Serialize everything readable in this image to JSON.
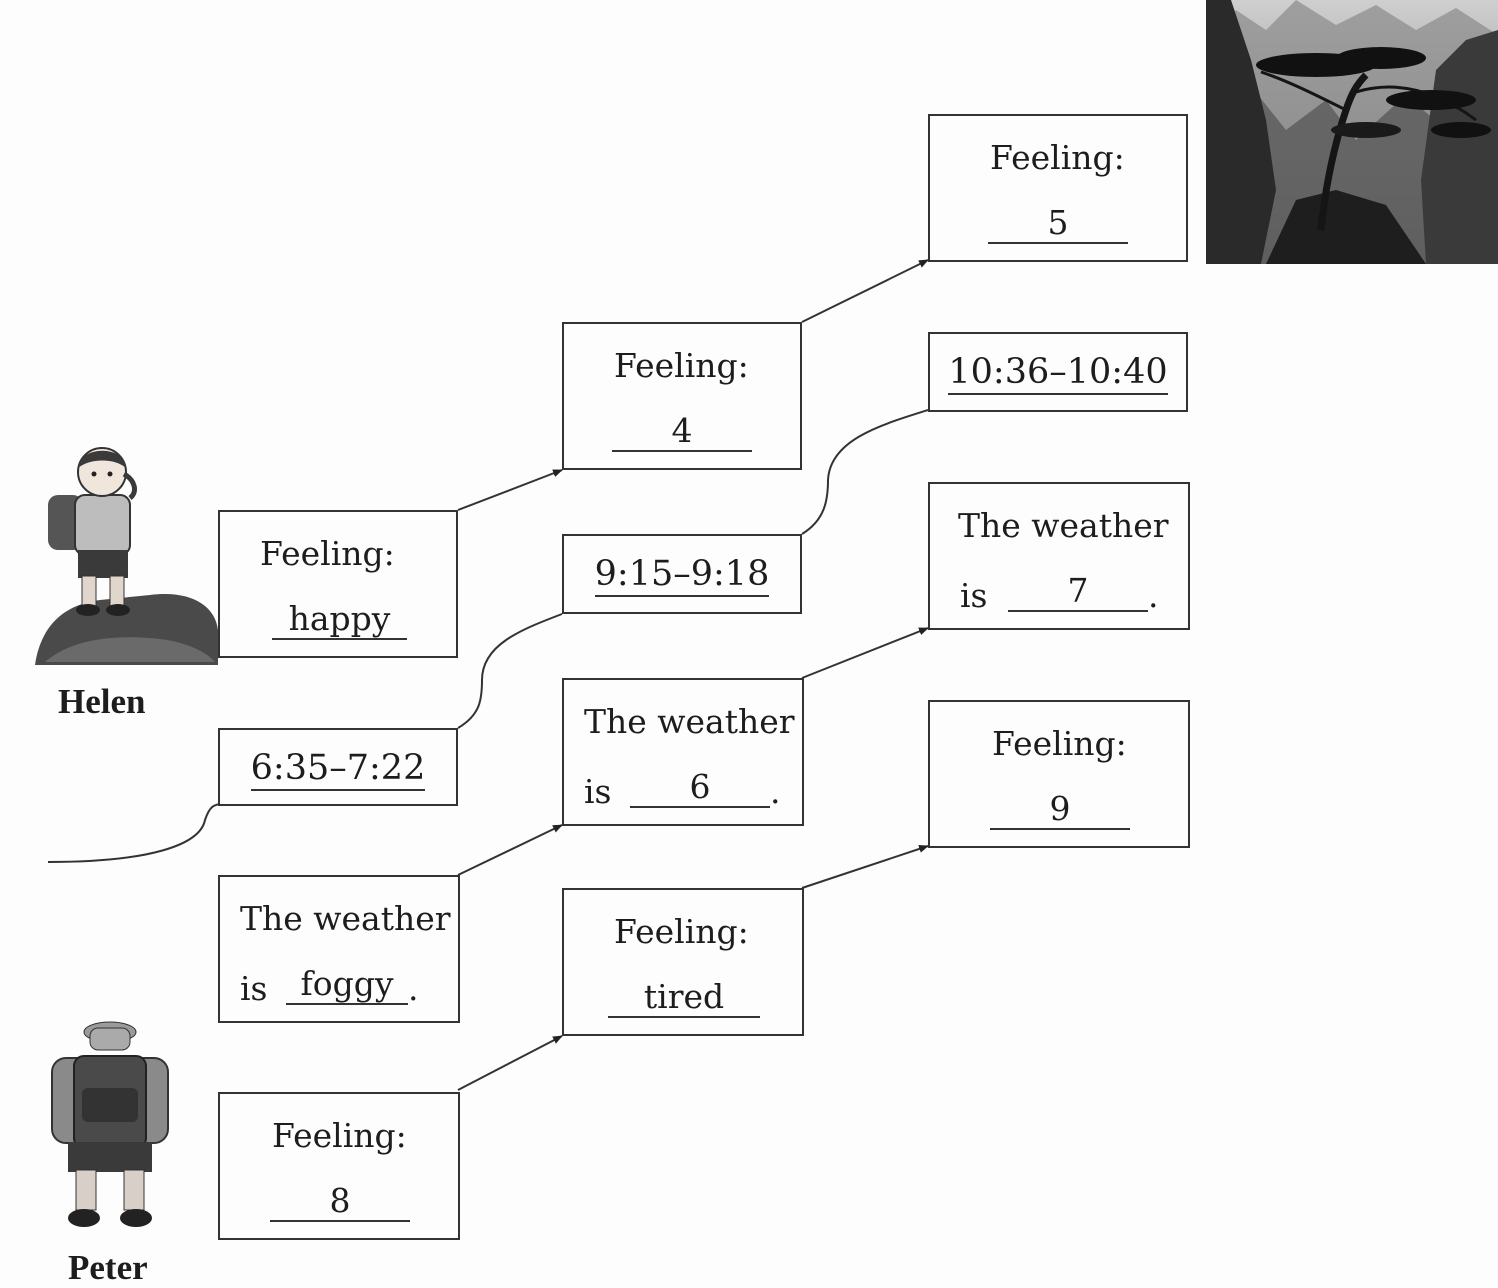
{
  "people": {
    "helen": {
      "name": "Helen"
    },
    "peter": {
      "name": "Peter"
    }
  },
  "boxes": {
    "h1": {
      "label": "Feeling:",
      "answer": "happy"
    },
    "h2": {
      "label": "Feeling:",
      "answer": "4"
    },
    "h3": {
      "label": "Feeling:",
      "answer": "5"
    },
    "t1": {
      "time": "6:35–7:22"
    },
    "t2": {
      "time": "9:15–9:18"
    },
    "t3": {
      "time": "10:36–10:40"
    },
    "w1": {
      "line1": "The  weather",
      "is": "is",
      "answer": "foggy",
      "end": "."
    },
    "w2": {
      "line1": "The  weather",
      "is": "is",
      "answer": "6",
      "end": "."
    },
    "w3": {
      "line1": "The  weather",
      "is": "is",
      "answer": "7",
      "end": "."
    },
    "p1": {
      "label": "Feeling:",
      "answer": "8"
    },
    "p2": {
      "label": "Feeling:",
      "answer": "tired"
    },
    "p3": {
      "label": "Feeling:",
      "answer": "9"
    }
  }
}
